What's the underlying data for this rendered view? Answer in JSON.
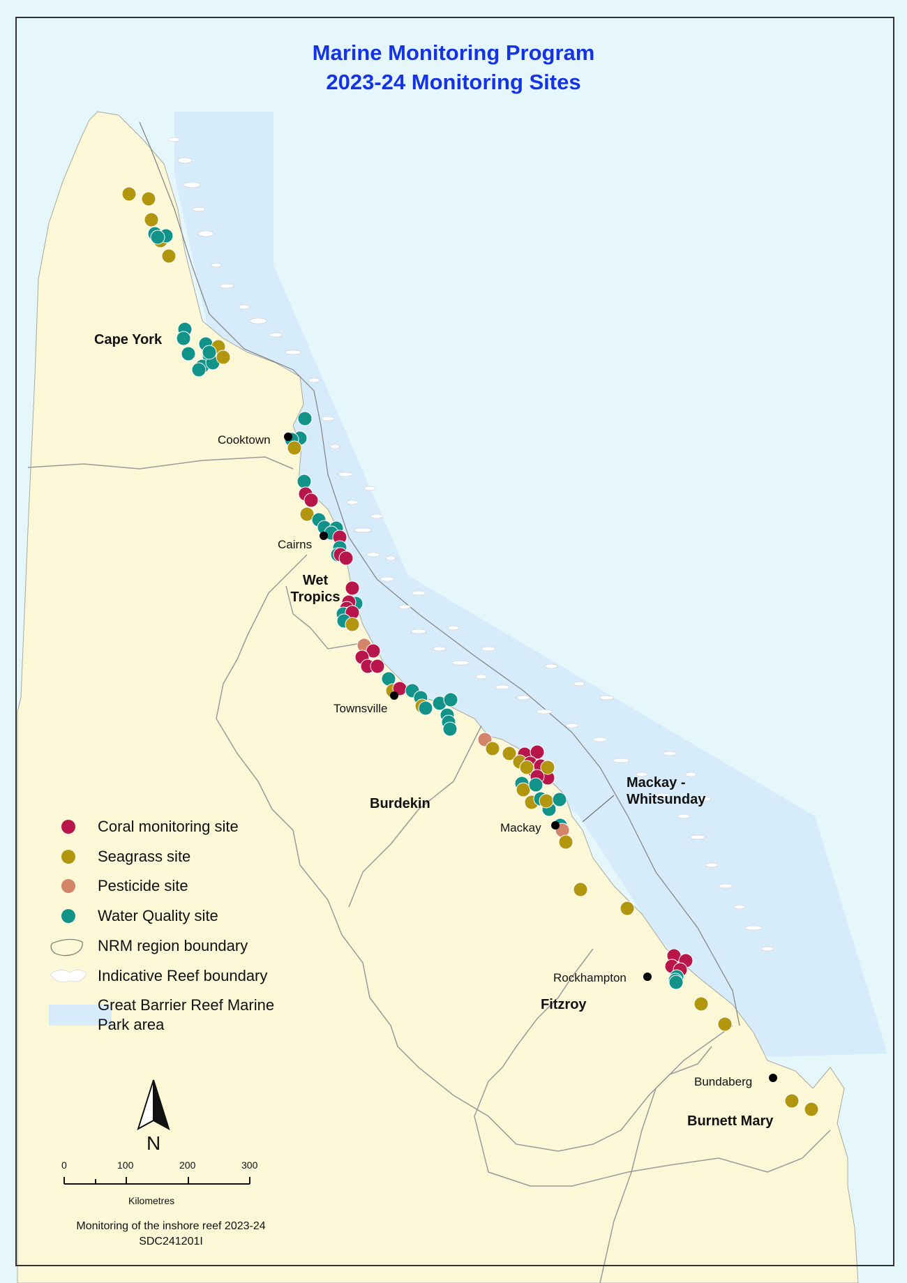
{
  "title": {
    "line1": "Marine Monitoring Program",
    "line2": "2023-24 Monitoring Sites"
  },
  "colors": {
    "ocean": "#e6f7fb",
    "marine_park": "#d6ecfa",
    "land": "#fbf7d7",
    "coral": "#b8154a",
    "seagrass": "#b1960e",
    "pesticide": "#d48468",
    "water_quality": "#12938a",
    "title": "#1433e6"
  },
  "regions": [
    {
      "id": "cape-york",
      "label": "Cape York"
    },
    {
      "id": "wet-tropics",
      "label": "Wet Tropics"
    },
    {
      "id": "burdekin",
      "label": "Burdekin"
    },
    {
      "id": "mackay-whitsunday",
      "label": "Mackay - Whitsunday"
    },
    {
      "id": "fitzroy",
      "label": "Fitzroy"
    },
    {
      "id": "burnett-mary",
      "label": "Burnett Mary"
    }
  ],
  "towns": [
    "Cooktown",
    "Cairns",
    "Townsville",
    "Mackay",
    "Rockhampton",
    "Bundaberg"
  ],
  "legend": {
    "coral": "Coral monitoring site",
    "seagrass": "Seagrass site",
    "pesticide": "Pesticide site",
    "water_quality": "Water Quality site",
    "nrm": "NRM region boundary",
    "reef": "Indicative Reef boundary",
    "park_line1": "Great Barrier Reef Marine",
    "park_line2": "Park area"
  },
  "north_arrow": {
    "label": "N"
  },
  "scale_bar": {
    "ticks": [
      "0",
      "100",
      "200",
      "300"
    ],
    "unit": "Kilometres"
  },
  "footer": {
    "line1": "Monitoring of the inshore reef 2023-24",
    "line2": "SDC241201I"
  },
  "site_counts_by_type": {
    "coral": 33,
    "seagrass": 31,
    "pesticide": 4,
    "water_quality": 48
  }
}
